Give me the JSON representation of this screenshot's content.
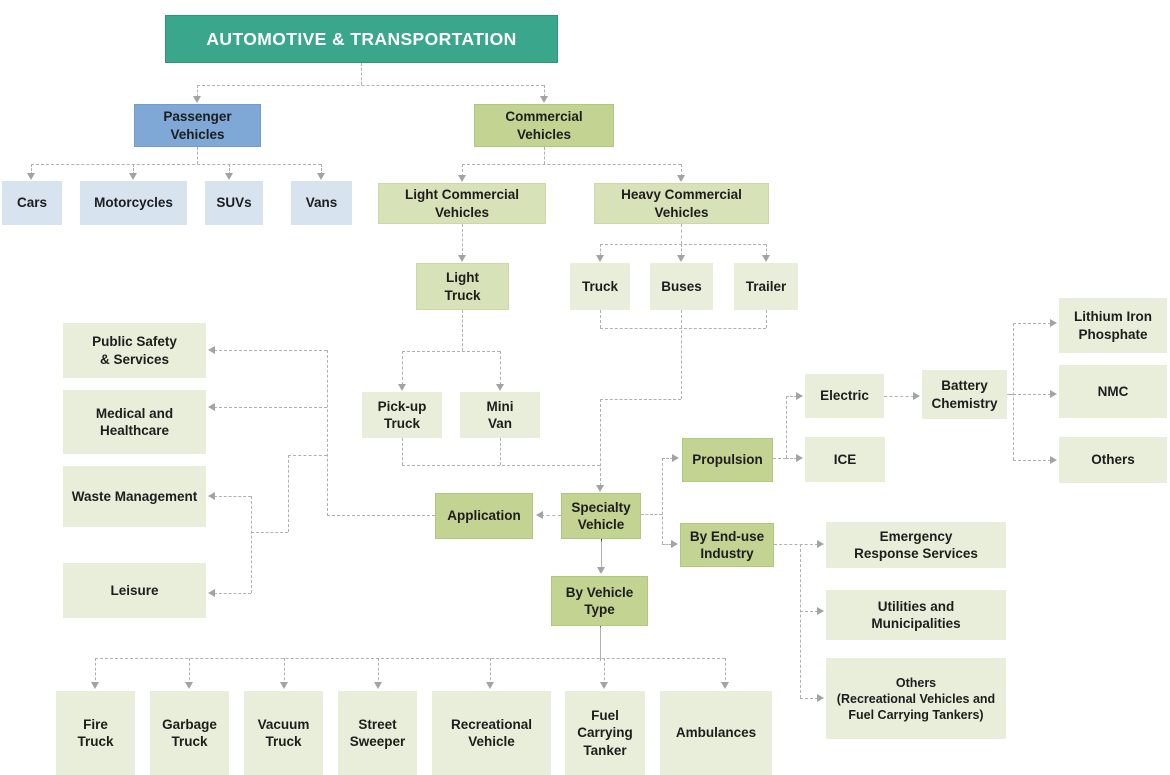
{
  "diagram": {
    "title": "AUTOMOTIVE & TRANSPORTATION",
    "palette": {
      "teal": {
        "bg": "#3aa78d",
        "border": "#2e947b",
        "text": "#ffffff"
      },
      "blue": {
        "bg": "#7fa8d7",
        "border": "#749cca",
        "text": "#1d1d1d"
      },
      "lightblue": {
        "bg": "#d7e4f0",
        "border": "#d7e4f0",
        "text": "#1d1d1d"
      },
      "green": {
        "bg": "#c2d392",
        "border": "#b2c77c",
        "text": "#1d1d1d"
      },
      "midgreen": {
        "bg": "#d7e2b8",
        "border": "#cdd9a4",
        "text": "#1d1d1d"
      },
      "pale": {
        "bg": "#e9eedb",
        "border": "#e9eedb",
        "text": "#1d1d1d"
      }
    },
    "connector": {
      "line": "#b0b0b0",
      "arrow": "#a3a3a3"
    },
    "nodes": [
      {
        "id": "automotive-transportation",
        "label": "AUTOMOTIVE & TRANSPORTATION",
        "tone": "teal"
      },
      {
        "id": "passenger-vehicles",
        "label": "Passenger\nVehicles",
        "tone": "blue"
      },
      {
        "id": "commercial-vehicles",
        "label": "Commercial\nVehicles",
        "tone": "green"
      },
      {
        "id": "cars",
        "label": "Cars",
        "tone": "lightblue"
      },
      {
        "id": "motorcycles",
        "label": "Motorcycles",
        "tone": "lightblue"
      },
      {
        "id": "suvs",
        "label": "SUVs",
        "tone": "lightblue"
      },
      {
        "id": "vans",
        "label": "Vans",
        "tone": "lightblue"
      },
      {
        "id": "light-commercial-vehicles",
        "label": "Light Commercial\nVehicles",
        "tone": "midgreen"
      },
      {
        "id": "heavy-commercial-vehicles",
        "label": "Heavy Commercial\nVehicles",
        "tone": "midgreen"
      },
      {
        "id": "light-truck",
        "label": "Light\nTruck",
        "tone": "midgreen"
      },
      {
        "id": "truck",
        "label": "Truck",
        "tone": "pale"
      },
      {
        "id": "buses",
        "label": "Buses",
        "tone": "pale"
      },
      {
        "id": "trailer",
        "label": "Trailer",
        "tone": "pale"
      },
      {
        "id": "public-safety-services",
        "label": "Public Safety\n& Services",
        "tone": "pale"
      },
      {
        "id": "medical-healthcare",
        "label": "Medical and\nHealthcare",
        "tone": "pale"
      },
      {
        "id": "waste-management",
        "label": "Waste Management",
        "tone": "pale"
      },
      {
        "id": "leisure",
        "label": "Leisure",
        "tone": "pale"
      },
      {
        "id": "pick-up-truck",
        "label": "Pick-up\nTruck",
        "tone": "pale"
      },
      {
        "id": "mini-van",
        "label": "Mini\nVan",
        "tone": "pale"
      },
      {
        "id": "application",
        "label": "Application",
        "tone": "green"
      },
      {
        "id": "specialty-vehicle",
        "label": "Specialty\nVehicle",
        "tone": "green"
      },
      {
        "id": "propulsion",
        "label": "Propulsion",
        "tone": "green"
      },
      {
        "id": "electric",
        "label": "Electric",
        "tone": "pale"
      },
      {
        "id": "ice",
        "label": "ICE",
        "tone": "pale"
      },
      {
        "id": "battery-chemistry",
        "label": "Battery\nChemistry",
        "tone": "pale"
      },
      {
        "id": "lithium-iron-phosphate",
        "label": "Lithium Iron\nPhosphate",
        "tone": "pale"
      },
      {
        "id": "nmc",
        "label": "NMC",
        "tone": "pale"
      },
      {
        "id": "others-battery",
        "label": "Others",
        "tone": "pale"
      },
      {
        "id": "by-end-use-industry",
        "label": "By End-use\nIndustry",
        "tone": "green"
      },
      {
        "id": "emergency-response-services",
        "label": "Emergency\nResponse Services",
        "tone": "pale"
      },
      {
        "id": "utilities-municipalities",
        "label": "Utilities and\nMunicipalities",
        "tone": "pale"
      },
      {
        "id": "others-end-use",
        "label": "Others\n(Recreational Vehicles and\nFuel  Carrying Tankers)",
        "tone": "pale"
      },
      {
        "id": "by-vehicle-type",
        "label": "By Vehicle\nType",
        "tone": "green"
      },
      {
        "id": "fire-truck",
        "label": "Fire\nTruck",
        "tone": "pale"
      },
      {
        "id": "garbage-truck",
        "label": "Garbage\nTruck",
        "tone": "pale"
      },
      {
        "id": "vacuum-truck",
        "label": "Vacuum\nTruck",
        "tone": "pale"
      },
      {
        "id": "street-sweeper",
        "label": "Street\nSweeper",
        "tone": "pale"
      },
      {
        "id": "recreational-vehicle",
        "label": "Recreational\nVehicle",
        "tone": "pale"
      },
      {
        "id": "fuel-carrying-tanker",
        "label": "Fuel\nCarrying\nTanker",
        "tone": "pale"
      },
      {
        "id": "ambulances",
        "label": "Ambulances",
        "tone": "pale"
      }
    ]
  }
}
